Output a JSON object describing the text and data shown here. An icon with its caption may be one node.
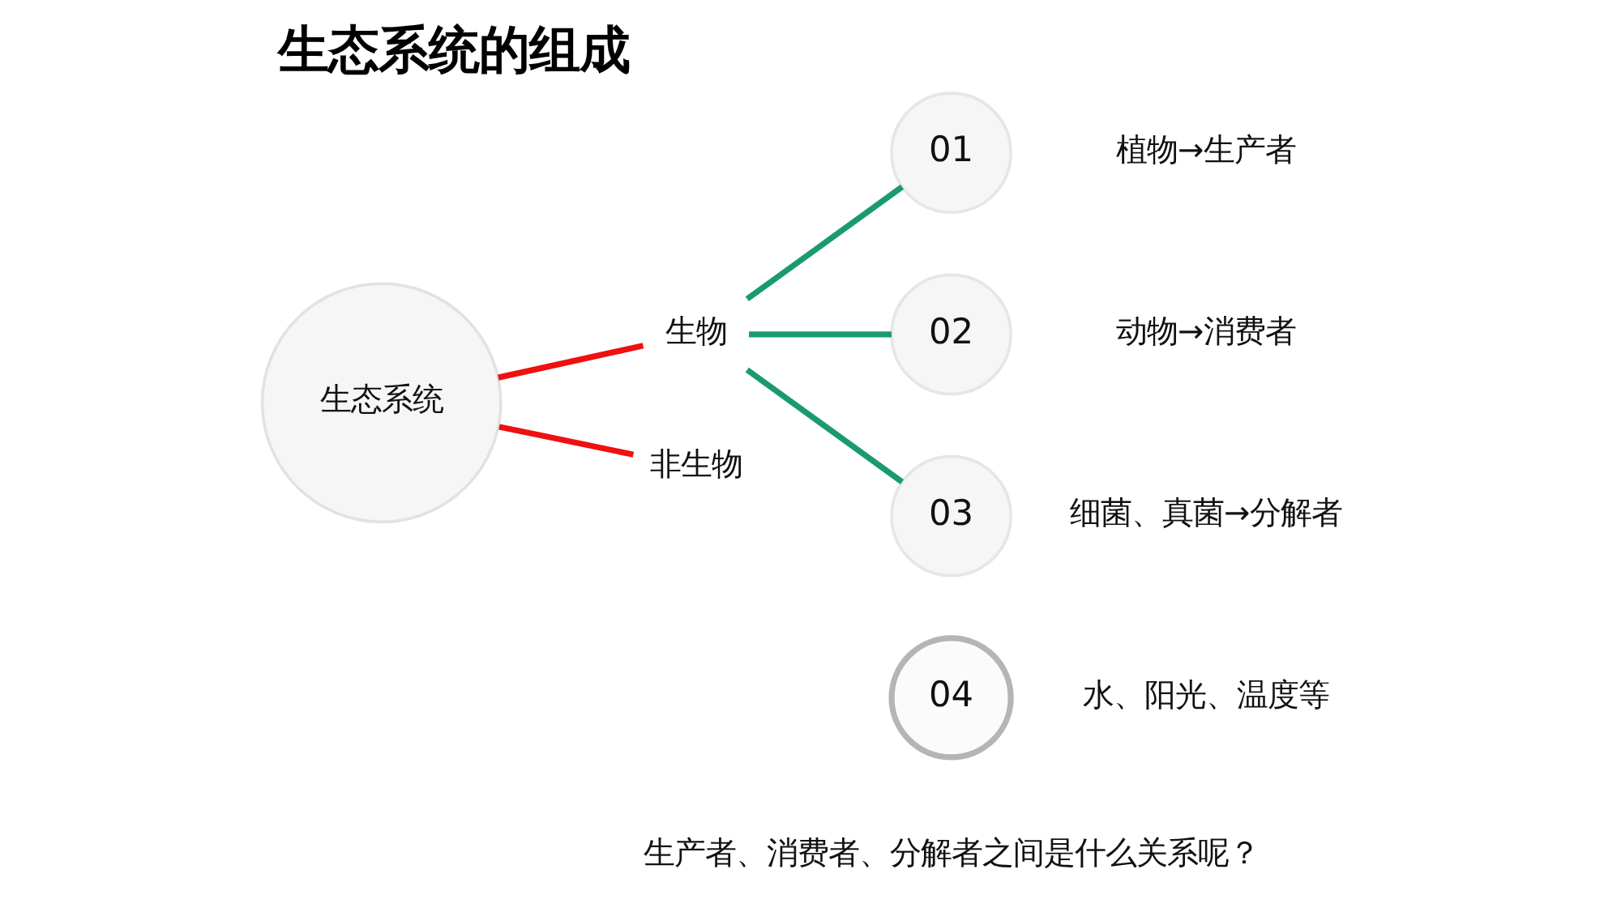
{
  "diagram": {
    "title": "生态系统的组成",
    "nodes": [
      {
        "text": [
          "生态系统"
        ]
      },
      {
        "text": [
          "生物"
        ]
      },
      {
        "text": [
          "非生物"
        ]
      },
      {
        "text": [
          "01"
        ],
        "beside": [
          "植物→生产者"
        ]
      },
      {
        "text": [
          "02"
        ],
        "beside": [
          "动物→消费者"
        ]
      },
      {
        "text": [
          "03"
        ],
        "beside": [
          "细菌、真菌→分解者"
        ]
      },
      {
        "text": [
          "04"
        ],
        "beside": [
          "水、阳光、温度等"
        ]
      }
    ],
    "edges": [
      {
        "from": 0,
        "to": 1,
        "arrow": "none",
        "color": "#ee1111"
      },
      {
        "from": 0,
        "to": 2,
        "arrow": "none",
        "color": "#ee1111"
      },
      {
        "from": 1,
        "to": 3,
        "arrow": "none"
      },
      {
        "from": 1,
        "to": 4,
        "arrow": "none"
      },
      {
        "from": 1,
        "to": 5,
        "arrow": "none"
      }
    ],
    "labels": [
      "生产者、消费者、分解者之间是什么关系呢？"
    ]
  }
}
